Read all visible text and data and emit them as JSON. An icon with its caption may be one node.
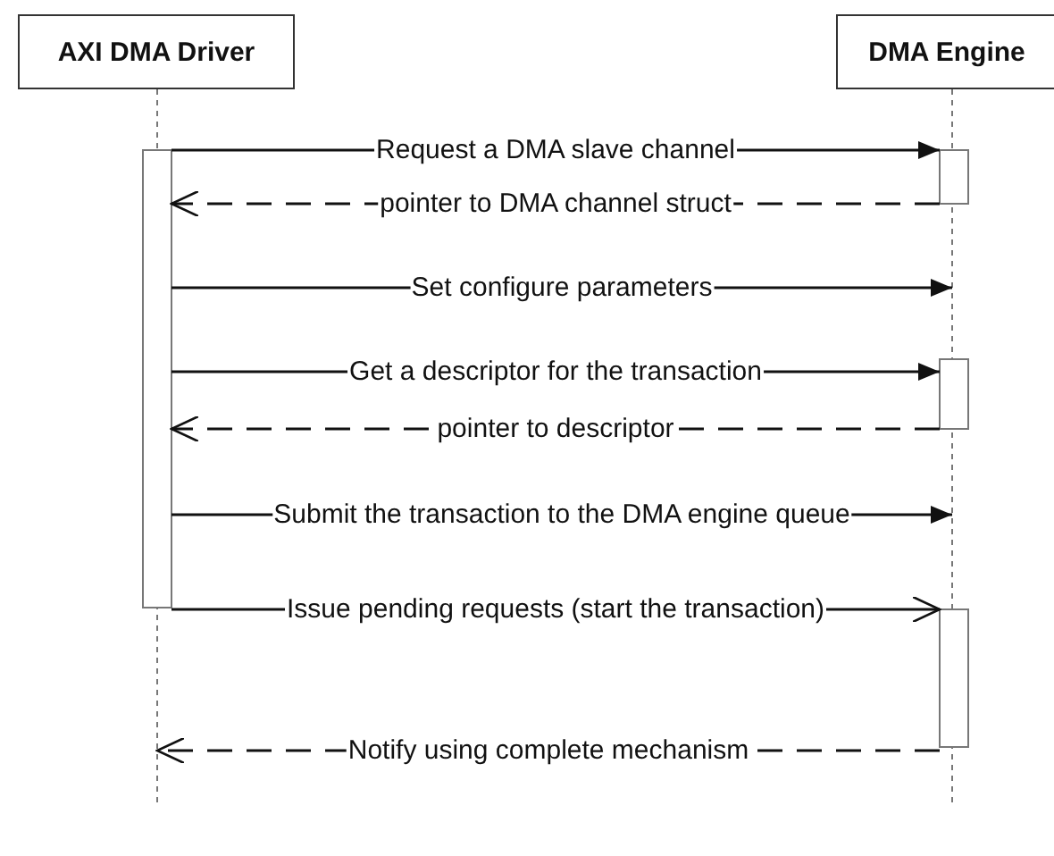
{
  "diagram": {
    "nodes": [
      {
        "text": [
          "AXI DMA Driver"
        ]
      },
      {
        "text": [
          "DMA Engine"
        ]
      },
      {
        "text": [],
        "shape": "bar"
      },
      {
        "text": [],
        "shape": "bar"
      },
      {
        "text": [],
        "shape": "bar"
      },
      {
        "text": [],
        "shape": "bar"
      }
    ],
    "edges": [
      {
        "from": 2,
        "to": 3,
        "arrow": "to",
        "label": "Request a DMA slave channel"
      },
      {
        "from": 3,
        "to": 2,
        "arrow": "to",
        "label": "pointer to DMA channel struct",
        "style": "dashed"
      },
      {
        "from": 2,
        "to": null,
        "arrow": "to",
        "label": "Set configure parameters"
      },
      {
        "from": 2,
        "to": 4,
        "arrow": "to",
        "label": "Get a descriptor for the transaction"
      },
      {
        "from": 4,
        "to": 2,
        "arrow": "to",
        "label": "pointer to descriptor",
        "style": "dashed"
      },
      {
        "from": 2,
        "to": null,
        "arrow": "to",
        "label": "Submit the transaction to the DMA engine queue"
      },
      {
        "from": 2,
        "to": 5,
        "arrow": "to",
        "label": "Issue pending requests (start the transaction)"
      },
      {
        "from": 5,
        "to": null,
        "arrow": "to",
        "label": "Notify using complete mechanism",
        "style": "dashed"
      }
    ]
  }
}
